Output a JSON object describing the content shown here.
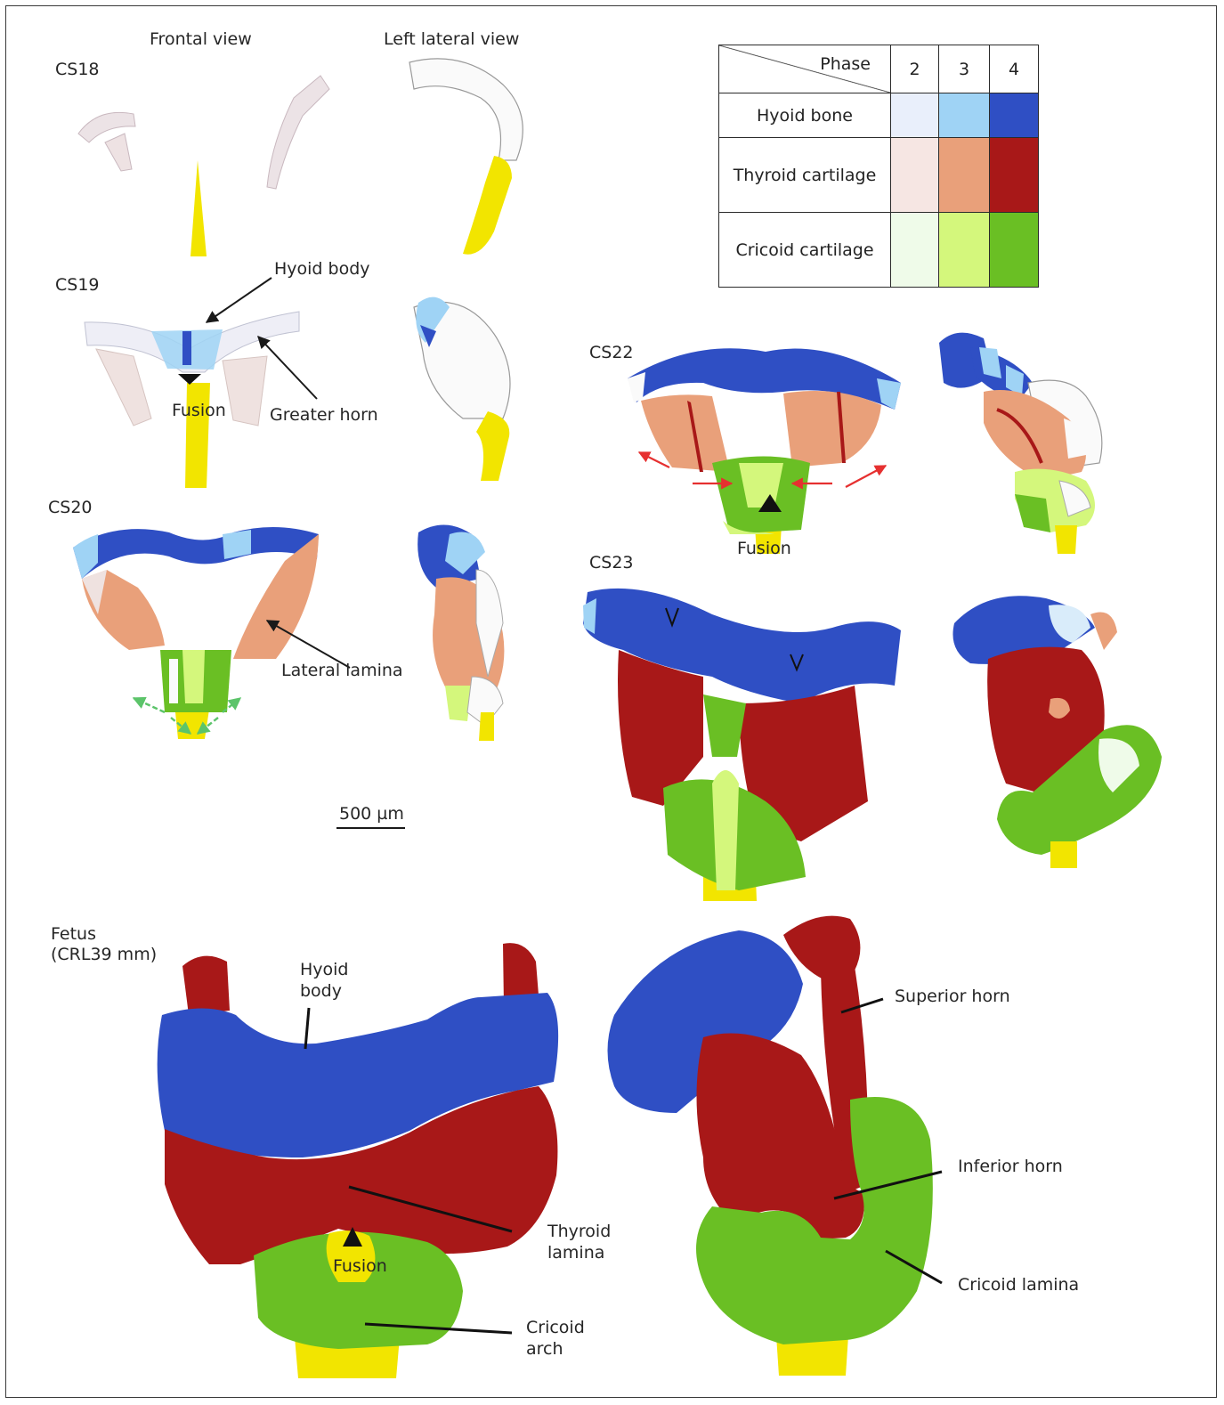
{
  "figure": {
    "view_frontal": "Frontal view",
    "view_lateral": "Left lateral view",
    "stages": {
      "cs18": "CS18",
      "cs19": "CS19",
      "cs20": "CS20",
      "cs22": "CS22",
      "cs23": "CS23",
      "fetus": "Fetus",
      "fetus_crl": "(CRL39 mm)"
    },
    "annotations": {
      "hyoid_body": "Hyoid body",
      "greater_horn": "Greater horn",
      "fusion": "Fusion",
      "lateral_lamina": "Lateral lamina",
      "hyoid_body_line1": "Hyoid",
      "hyoid_body_line2": "body",
      "thyroid_lamina_line1": "Thyroid",
      "thyroid_lamina_line2": "lamina",
      "cricoid_arch_line1": "Cricoid",
      "cricoid_arch_line2": "arch",
      "superior_horn": "Superior horn",
      "inferior_horn": "Inferior horn",
      "cricoid_lamina": "Cricoid lamina"
    },
    "scale_bar": "500 µm"
  },
  "legend": {
    "header": "Phase",
    "phases": [
      "2",
      "3",
      "4"
    ],
    "rows": [
      {
        "label": "Hyoid bone",
        "colors": [
          "#e9effb",
          "#9fd3f5",
          "#2f4fc4"
        ]
      },
      {
        "label": "Thyroid cartilage",
        "colors": [
          "#f6e6e3",
          "#e9a07a",
          "#a81818"
        ]
      },
      {
        "label": "Cricoid cartilage",
        "colors": [
          "#effbe9",
          "#d4f77c",
          "#6abf24"
        ]
      }
    ]
  }
}
